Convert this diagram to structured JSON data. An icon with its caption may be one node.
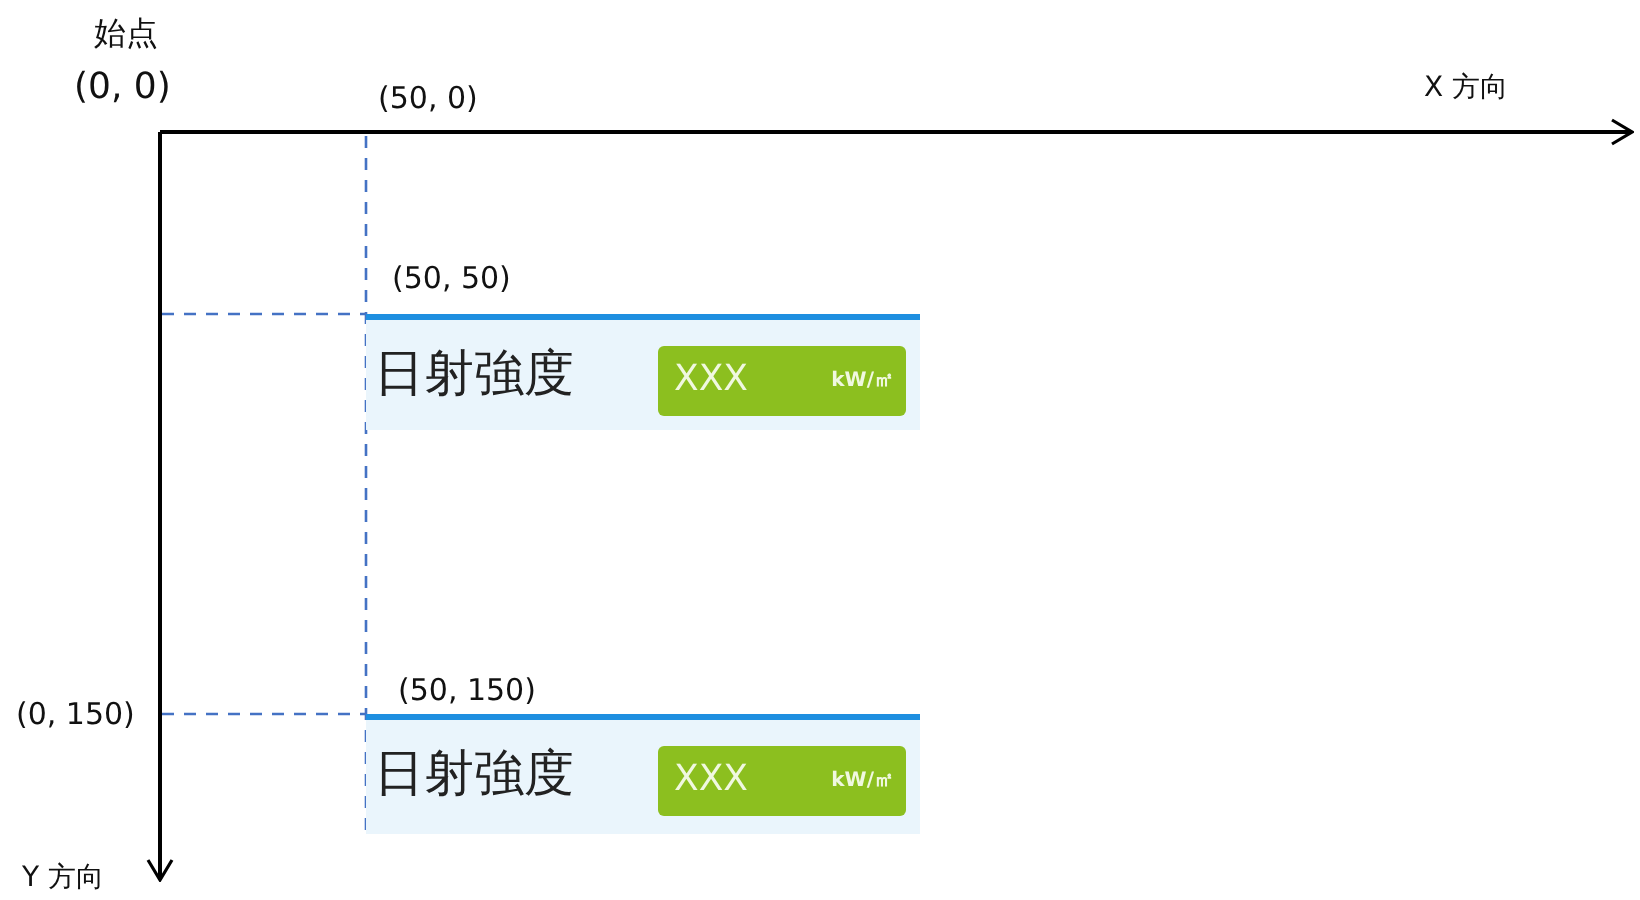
{
  "diagram": {
    "nodes": [
      {
        "text": [
          "日射強度"
        ]
      },
      {
        "text": [
          "XXX",
          "kW/㎡"
        ],
        "in": 0
      },
      {
        "text": [
          "日射強度"
        ]
      },
      {
        "text": [
          "XXX",
          "kW/㎡"
        ],
        "in": 2
      }
    ],
    "labels": [
      "始点",
      "(0, 0)",
      "(50, 0)",
      "X 方向",
      "(50, 50)",
      "(0, 150)",
      "(50, 150)",
      "Y 方向"
    ]
  }
}
